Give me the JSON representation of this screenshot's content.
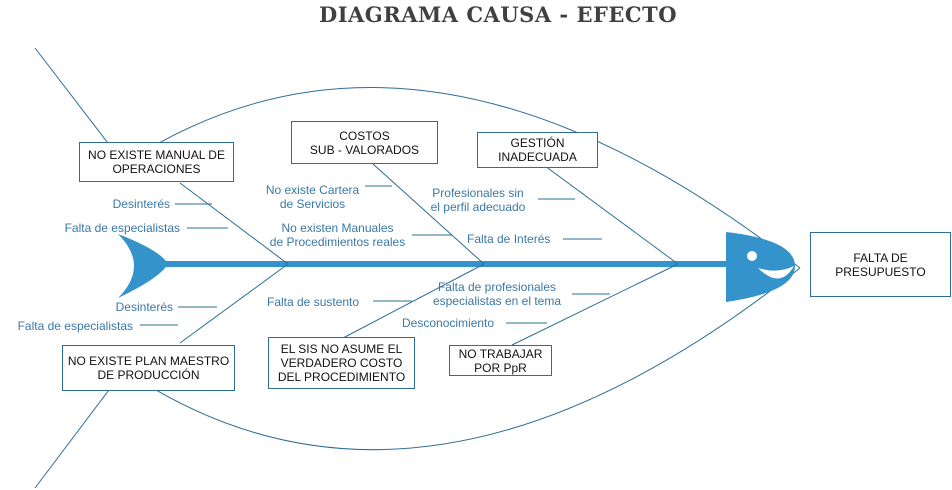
{
  "title": "DIAGRAMA CAUSA - EFECTO",
  "effect": [
    "FALTA DE",
    "PRESUPUESTO"
  ],
  "categories": {
    "manual": [
      "NO EXISTE MANUAL DE",
      "OPERACIONES"
    ],
    "costos": [
      "COSTOS",
      "SUB - VALORADOS"
    ],
    "gestion": [
      "GESTIÓN",
      "INADECUADA"
    ],
    "plan": [
      "NO EXISTE PLAN MAESTRO",
      "DE PRODUCCIÓN"
    ],
    "sis": [
      "EL SIS NO ASUME EL",
      "VERDADERO COSTO",
      "DEL PROCEDIMIENTO"
    ],
    "ppr": [
      "NO TRABAJAR",
      "POR PpR"
    ]
  },
  "causes": {
    "manual": [
      "Desinterés",
      "Falta de especialistas"
    ],
    "costos": [
      [
        "No existe Cartera",
        "de Servicios"
      ],
      [
        "No existen Manuales",
        "de Procedimientos reales"
      ]
    ],
    "gestion": [
      [
        "Profesionales sin",
        "el perfil adecuado"
      ],
      "Falta de Interés"
    ],
    "plan": [
      "Desinterés",
      "Falta de especialistas"
    ],
    "sis": [
      "Falta de sustento"
    ],
    "ppr": [
      [
        "Falta de profesionales",
        "especialistas en el tema"
      ],
      "Desconocimiento"
    ]
  },
  "colors": {
    "spine": "#3593cc",
    "line": "#2d6d96",
    "label": "#3a78a8"
  }
}
